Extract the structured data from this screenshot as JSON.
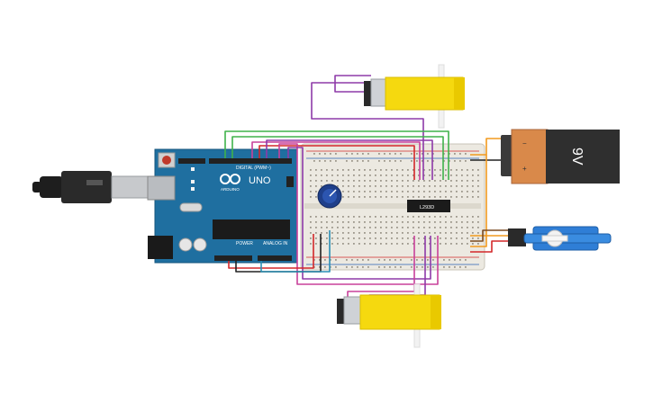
{
  "colors": {
    "background": "#ffffff",
    "arduino_board": "#1f6fa0",
    "breadboard": "#ece9e1",
    "motor_body": "#f5d90f",
    "battery_cap": "#d9894a",
    "battery_body": "#2f2f2f",
    "servo_body": "#2f7ed6",
    "wire_purple": "#8e3aa8",
    "wire_magenta": "#c8409a",
    "wire_green": "#3fb24a",
    "wire_red": "#d3282a",
    "wire_orange": "#f29a1e",
    "wire_teal": "#2a8fb5",
    "wire_black": "#222222"
  },
  "arduino": {
    "brand": "UNO",
    "logo_text": "ARDUINO",
    "digital_label": "DIGITAL (PWM~)",
    "power_label": "POWER",
    "analog_label": "ANALOG IN"
  },
  "chip": {
    "label": "L293D"
  },
  "battery": {
    "voltage_label": "9V",
    "minus_label": "−",
    "plus_label": "+"
  },
  "components": {
    "motors": [
      "top-dc-motor",
      "bottom-dc-motor"
    ],
    "servo": "micro-servo",
    "potentiometer": "potentiometer",
    "usb_cable": "usb-cable"
  }
}
